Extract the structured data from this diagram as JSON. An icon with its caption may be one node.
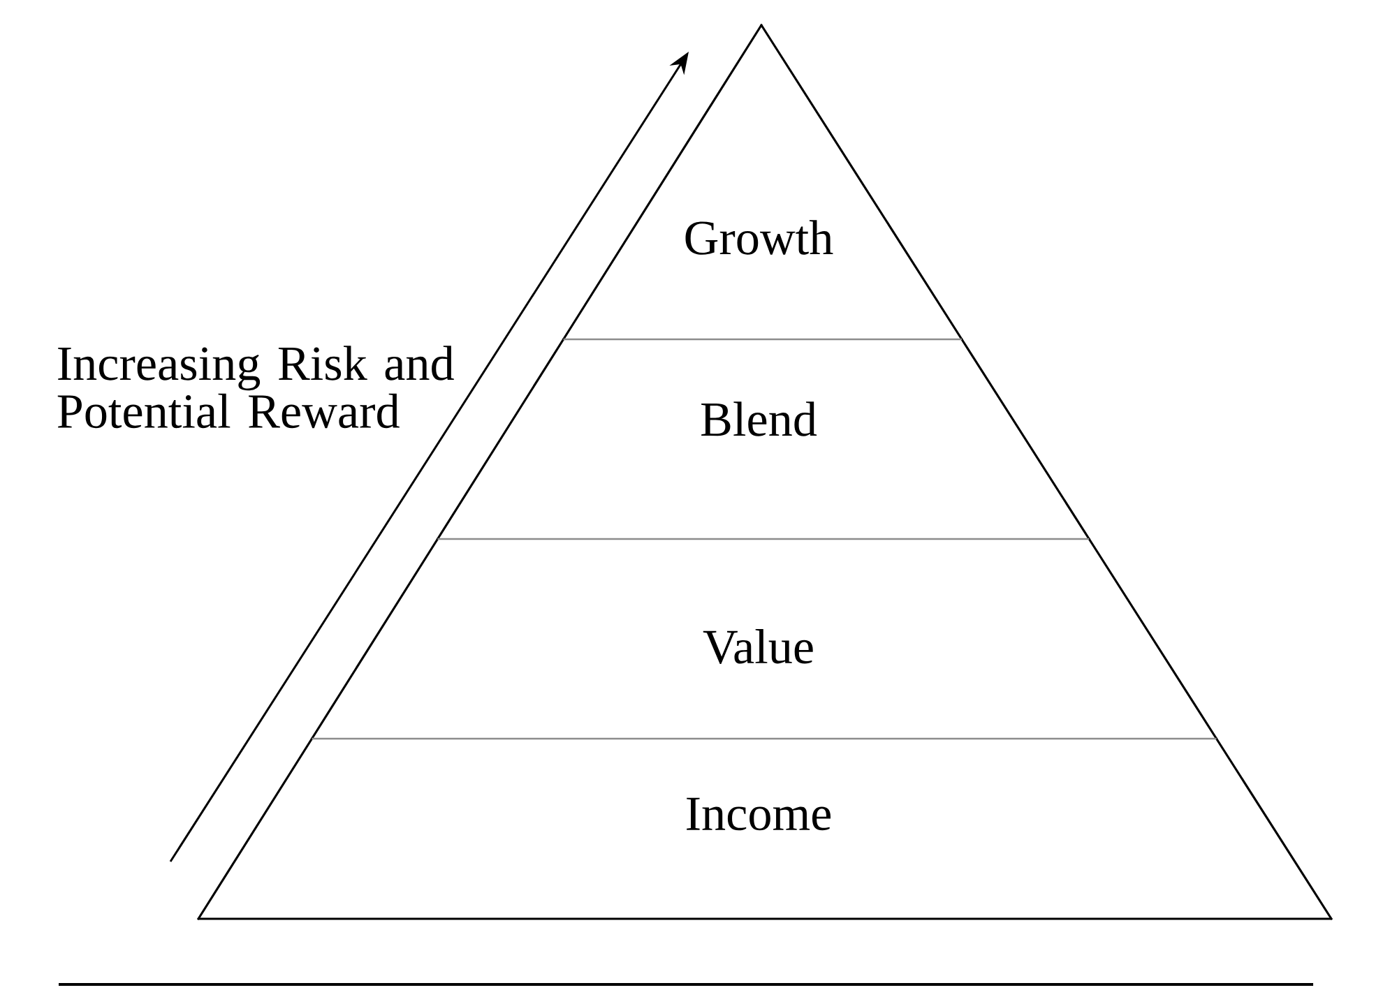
{
  "diagram": {
    "nodes": [
      {
        "text": [
          "Growth"
        ]
      },
      {
        "text": [
          "Blend"
        ]
      },
      {
        "text": [
          "Value"
        ]
      },
      {
        "text": [
          "Income"
        ]
      }
    ],
    "labels": [
      "Increasing Risk and Potential Reward"
    ]
  }
}
